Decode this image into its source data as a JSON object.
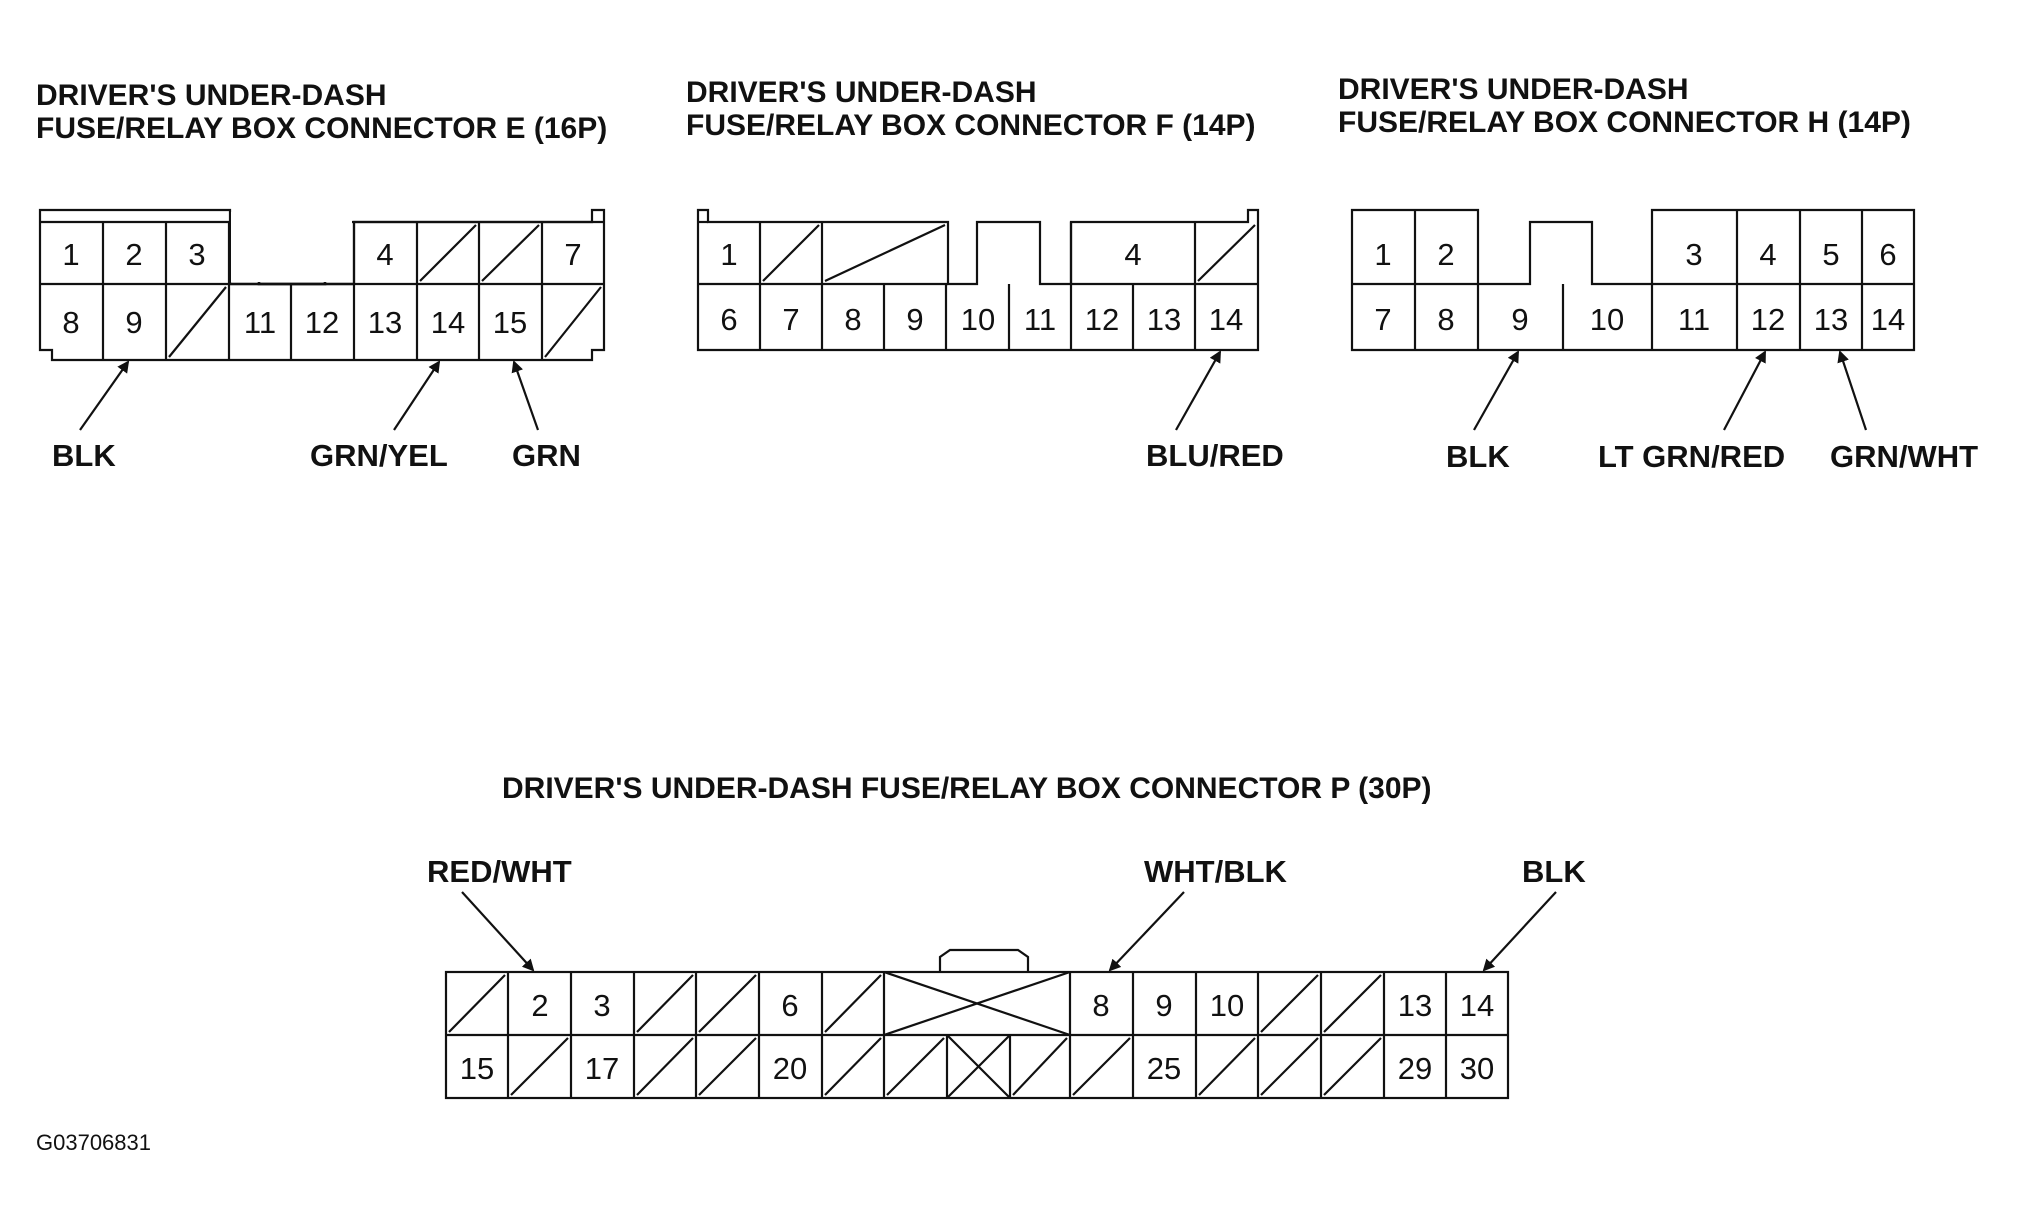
{
  "figure_code": "G03706831",
  "connectors": [
    {
      "id": "E",
      "title_line1": "DRIVER'S UNDER-DASH",
      "title_line2": "FUSE/RELAY BOX CONNECTOR E (16P)",
      "top_row": [
        "1",
        "2",
        "3",
        "",
        "",
        "",
        "4",
        "",
        "",
        "7"
      ],
      "bottom_row": [
        "8",
        "9",
        "",
        "11",
        "12",
        "13",
        "14",
        "15",
        ""
      ],
      "wires": [
        {
          "pin": "9",
          "color": "BLK"
        },
        {
          "pin": "14",
          "color": "GRN/YEL"
        },
        {
          "pin": "15",
          "color": "GRN"
        }
      ]
    },
    {
      "id": "F",
      "title_line1": "DRIVER'S UNDER-DASH",
      "title_line2": "FUSE/RELAY BOX CONNECTOR F (14P)",
      "top_row": [
        "1",
        "",
        "",
        "",
        "4",
        ""
      ],
      "bottom_row": [
        "6",
        "7",
        "8",
        "9",
        "10",
        "11",
        "12",
        "13",
        "14"
      ],
      "wires": [
        {
          "pin": "14",
          "color": "BLU/RED"
        }
      ]
    },
    {
      "id": "H",
      "title_line1": "DRIVER'S UNDER-DASH",
      "title_line2": "FUSE/RELAY BOX CONNECTOR H (14P)",
      "top_row": [
        "1",
        "2",
        "",
        "3",
        "4",
        "5",
        "6"
      ],
      "bottom_row": [
        "7",
        "8",
        "9",
        "10",
        "11",
        "12",
        "13",
        "14"
      ],
      "wires": [
        {
          "pin": "9",
          "color": "BLK"
        },
        {
          "pin": "12",
          "color": "LT GRN/RED"
        },
        {
          "pin": "13",
          "color": "GRN/WHT"
        }
      ]
    },
    {
      "id": "P",
      "title": "DRIVER'S UNDER-DASH FUSE/RELAY BOX CONNECTOR P (30P)",
      "top_row": [
        "",
        "2",
        "3",
        "",
        "",
        "6",
        "",
        "",
        "8",
        "9",
        "10",
        "",
        "",
        "13",
        "14"
      ],
      "bottom_row": [
        "15",
        "",
        "17",
        "",
        "",
        "20",
        "",
        "",
        "",
        "",
        "",
        "25",
        "",
        "",
        "29",
        "30"
      ],
      "wires": [
        {
          "pin": "2",
          "color": "RED/WHT"
        },
        {
          "pin": "8",
          "color": "WHT/BLK"
        },
        {
          "pin": "14",
          "color": "BLK"
        }
      ]
    }
  ]
}
